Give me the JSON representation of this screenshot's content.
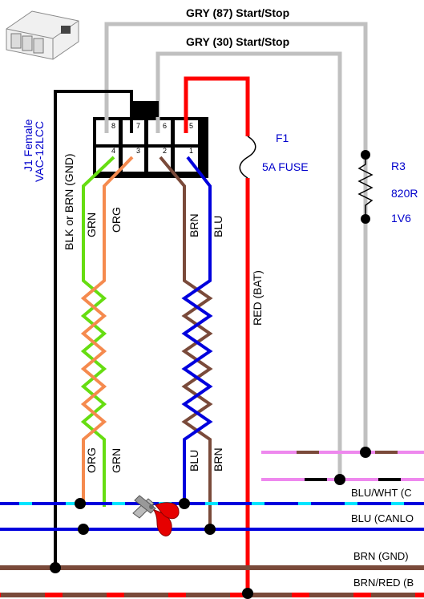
{
  "connector": {
    "title_line1": "J1 Female",
    "title_line2": "VAC-12LCC",
    "pins": [
      "1",
      "2",
      "3",
      "4",
      "5",
      "6",
      "7",
      "8"
    ]
  },
  "top_wires": {
    "gry_87": "GRY (87) Start/Stop",
    "gry_30": "GRY (30) Start/Stop"
  },
  "fuse": {
    "name": "F1",
    "rating": "5A FUSE"
  },
  "resistor": {
    "name": "R3",
    "value": "820R",
    "rating": "1V6"
  },
  "wire_labels": {
    "gnd": "BLK or BRN (GND)",
    "grn": "GRN",
    "org": "ORG",
    "brn": "BRN",
    "blu": "BLU",
    "red_bat": "RED (BAT)"
  },
  "bus_labels": {
    "blu_wht": "BLU/WHT (C",
    "blu_canl": "BLU (CANLO",
    "brn_gnd": "BRN (GND)",
    "brn_red": "BRN/RED (B"
  },
  "colors": {
    "grey": "#c0c0c0",
    "red": "#ff0000",
    "black": "#000000",
    "green": "#66dd11",
    "orange": "#f58a4e",
    "brown": "#7a4a3a",
    "blue": "#0000dd",
    "cyan": "#00e5ff",
    "pink": "#ee88ee",
    "label_blue": "#0000cc"
  }
}
